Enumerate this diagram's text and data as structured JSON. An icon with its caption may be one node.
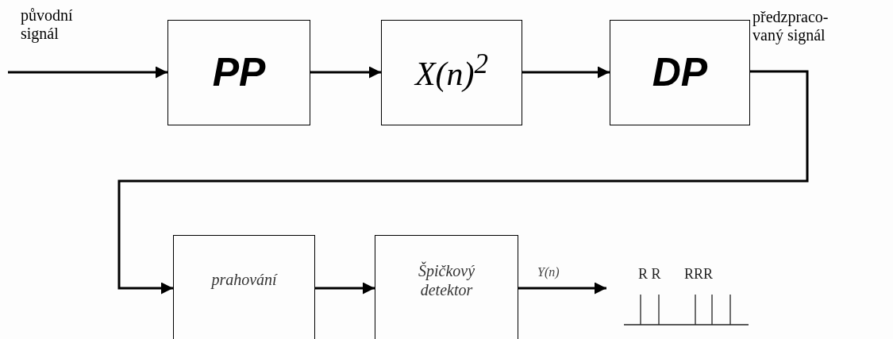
{
  "diagram": {
    "nodes": [
      {
        "text": [
          "PP"
        ]
      },
      {
        "text": [
          "X(n)$^{2}$"
        ]
      },
      {
        "text": [
          "DP"
        ]
      },
      {
        "text": [
          "prahování"
        ]
      },
      {
        "text": [
          "Špičkový detektor"
        ]
      }
    ],
    "edges": [
      {
        "from": null,
        "to": 0,
        "arrow": "to",
        "label": "původní signál"
      },
      {
        "from": 0,
        "to": 1,
        "arrow": "to"
      },
      {
        "from": 1,
        "to": 2,
        "arrow": "to"
      },
      {
        "from": 2,
        "to": 3,
        "arrow": "to",
        "label": "předzpraco- vaný signál"
      },
      {
        "from": 3,
        "to": 4,
        "arrow": "to"
      },
      {
        "from": 4,
        "to": null,
        "arrow": "to",
        "label": "Y(n)"
      }
    ],
    "labels": [
      "R R",
      "RRR"
    ]
  }
}
